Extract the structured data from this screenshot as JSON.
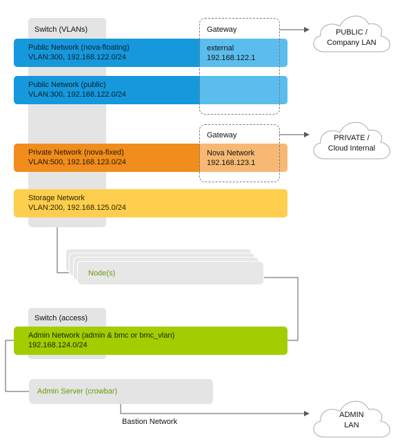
{
  "switch_vlans": {
    "label": "Switch (VLANs)"
  },
  "switch_access": {
    "label": "Switch (access)"
  },
  "networks": {
    "public_floating": {
      "name": "Public Network (nova-floating)",
      "detail": "VLAN:300, 192.168.122.0/24"
    },
    "public": {
      "name": "Public Network (public)",
      "detail": "VLAN:300, 192.168.122.0/24"
    },
    "private": {
      "name": "Private Network (nova-fixed)",
      "detail": "VLAN:500, 192.168.123.0/24"
    },
    "storage": {
      "name": "Storage Network",
      "detail": "VLAN:200, 192.168.125.0/24"
    },
    "admin": {
      "name": "Admin Network (admin & bmc or bmc_vlan)",
      "detail": "192.168.124.0/24"
    }
  },
  "gateways": {
    "public": {
      "title": "Gateway",
      "name": "external",
      "ip": "192.168.122.1"
    },
    "private": {
      "title": "Gateway",
      "name": "Nova Network",
      "ip": "192.168.123.1"
    }
  },
  "nodes": {
    "label": "Node(s)"
  },
  "admin_server": {
    "label": "Admin Server (crowbar)"
  },
  "bastion": {
    "label": "Bastion Network"
  },
  "clouds": {
    "public": {
      "line1": "PUBLIC /",
      "line2": "Company LAN"
    },
    "private": {
      "line1": "PRIVATE /",
      "line2": "Cloud Internal"
    },
    "admin": {
      "line1": "ADMIN",
      "line2": "LAN"
    }
  },
  "colors": {
    "public": "#1699dc",
    "private": "#f08d1c",
    "storage": "#fecf4e",
    "admin": "#a2cd00",
    "switch": "#e4e4e4",
    "connector": "#5a5a5a"
  }
}
